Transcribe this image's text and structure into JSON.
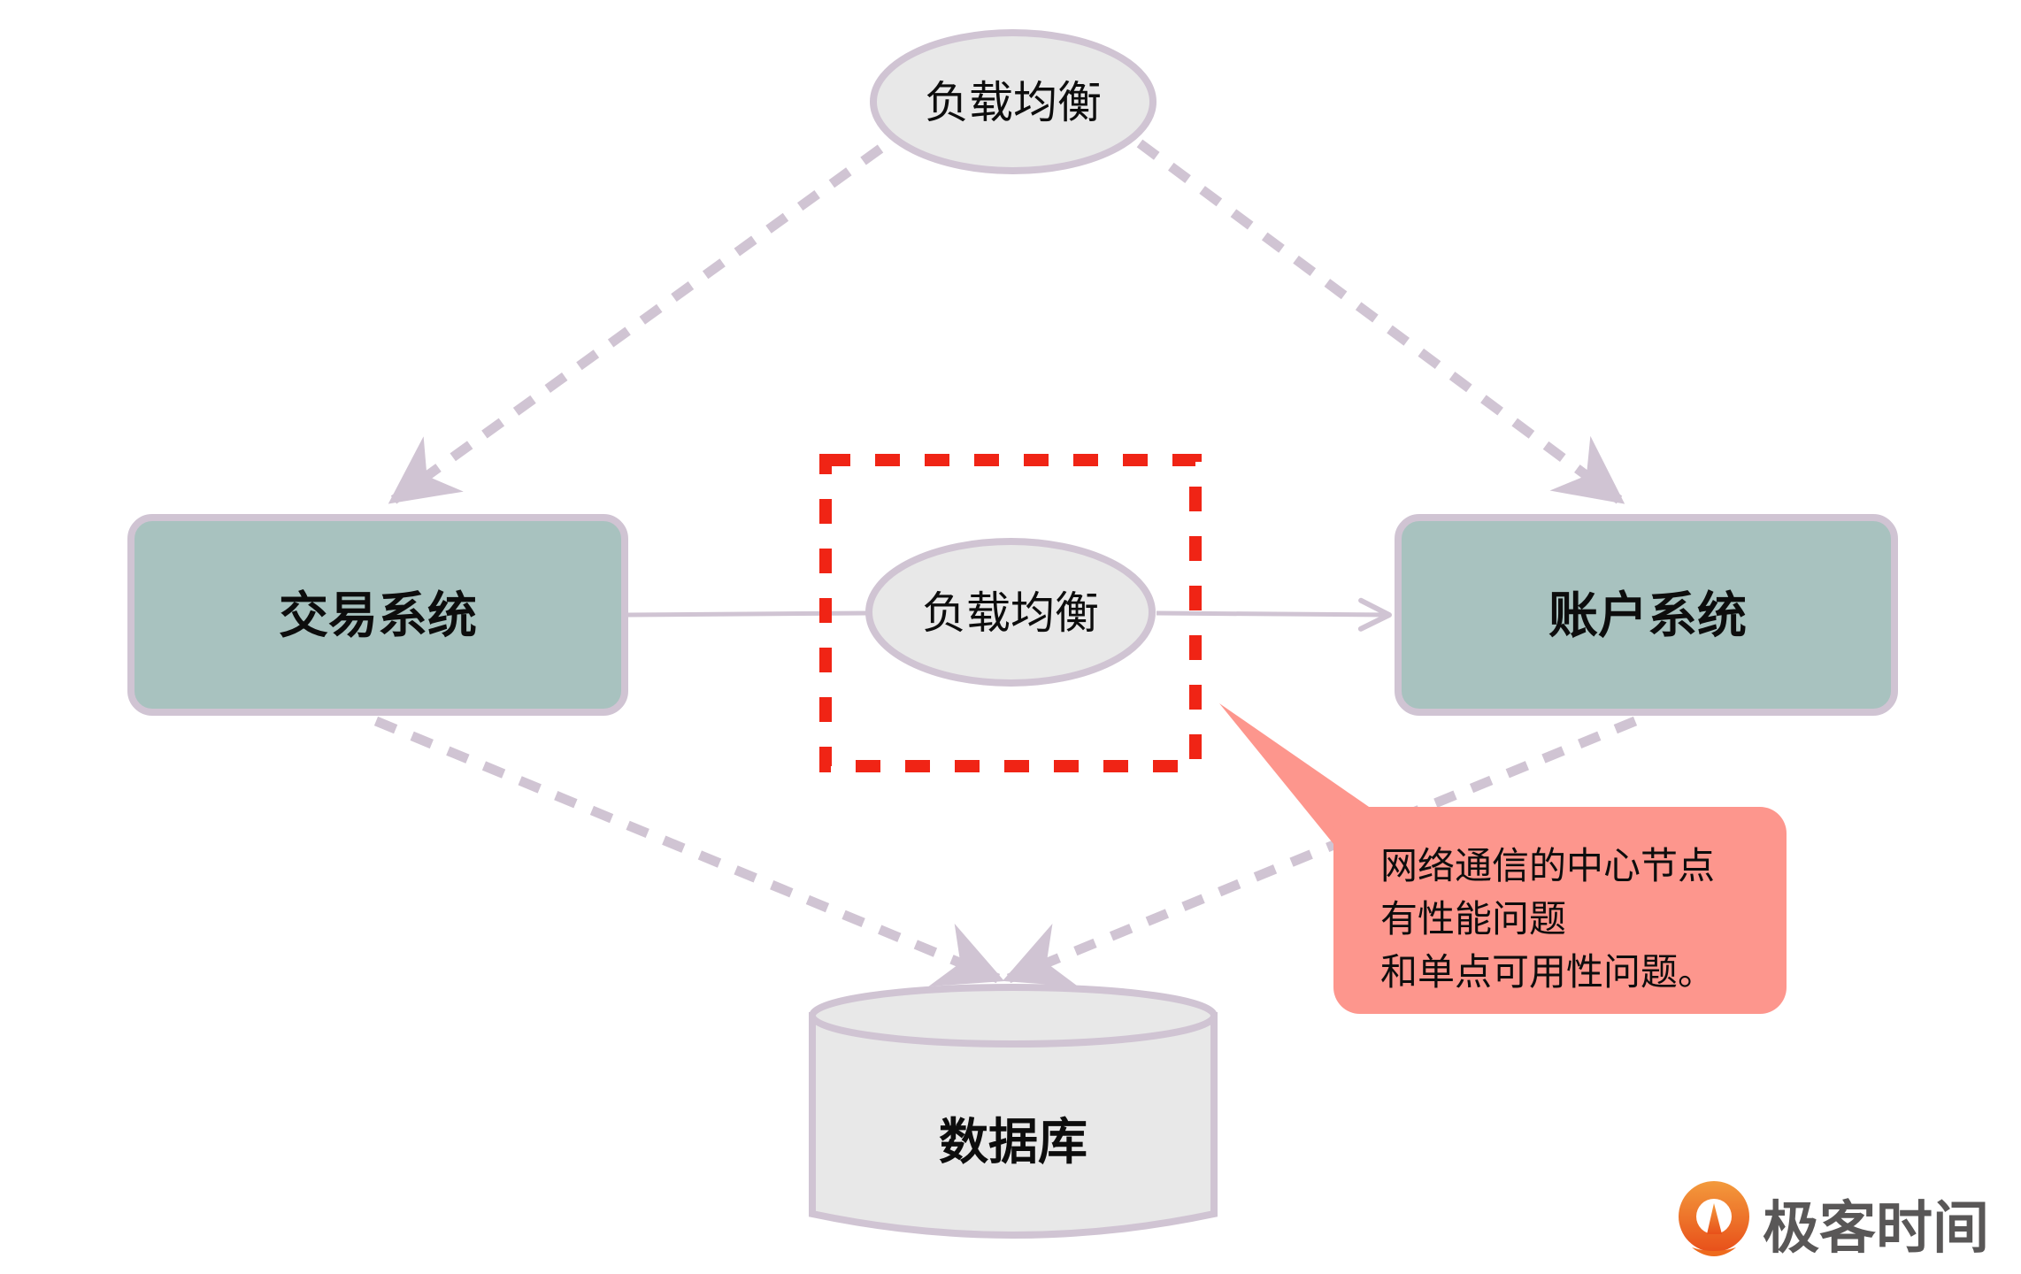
{
  "diagram": {
    "nodes": {
      "top_load_balancer": {
        "label": "负载均衡",
        "shape": "ellipse"
      },
      "trade_system": {
        "label": "交易系统",
        "shape": "rounded-rect"
      },
      "middle_load_balancer": {
        "label": "负载均衡",
        "shape": "ellipse"
      },
      "account_system": {
        "label": "账户系统",
        "shape": "rounded-rect"
      },
      "database": {
        "label": "数据库",
        "shape": "cylinder"
      }
    },
    "edges": [
      {
        "from": "top_load_balancer",
        "to": "trade_system",
        "style": "dashed",
        "arrow": true
      },
      {
        "from": "top_load_balancer",
        "to": "account_system",
        "style": "dashed",
        "arrow": true
      },
      {
        "from": "trade_system",
        "to": "middle_load_balancer",
        "style": "solid",
        "arrow": false
      },
      {
        "from": "middle_load_balancer",
        "to": "account_system",
        "style": "solid",
        "arrow": true
      },
      {
        "from": "trade_system",
        "to": "database",
        "style": "dashed",
        "arrow": true
      },
      {
        "from": "account_system",
        "to": "database",
        "style": "dashed",
        "arrow": true
      }
    ],
    "highlight": {
      "target": "middle_load_balancer",
      "style": "red-dashed-box"
    },
    "callout": {
      "lines": [
        "网络通信的中心节点",
        "有性能问题",
        "和单点可用性问题。"
      ]
    }
  },
  "logo": {
    "text": "极客时间",
    "icon": "geektime-logo-icon"
  },
  "colors": {
    "system_fill": "#a8c2bf",
    "ellipse_fill": "#e8e8e8",
    "stroke": "#d0c4d3",
    "highlight": "#f02415",
    "callout_fill": "#fd968d",
    "logo_orange": "#ee6a1d",
    "logo_text": "#595757"
  }
}
